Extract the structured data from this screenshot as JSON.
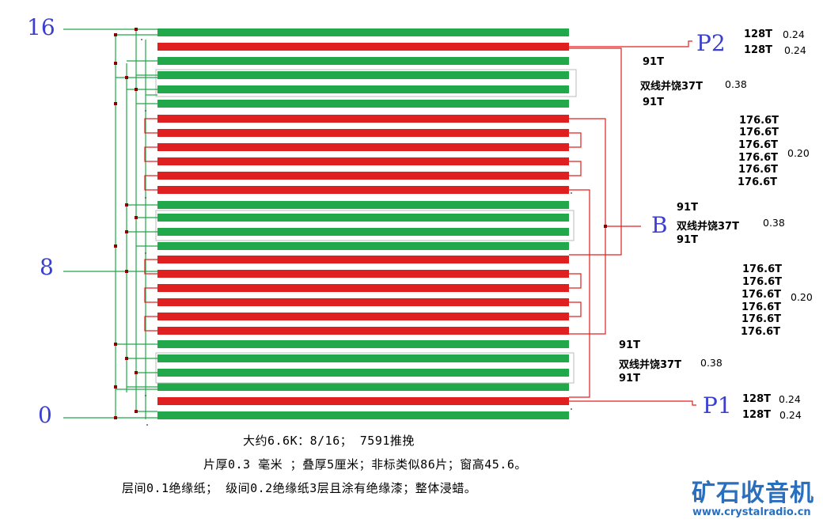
{
  "tap_labels": {
    "t16": "16",
    "t8": "8",
    "t0": "0",
    "p2": "P2",
    "b": "B",
    "p1": "P1"
  },
  "right_labels": {
    "p2_a": "128T",
    "p2_a_d": "0.24",
    "p2_b": "128T",
    "p2_b_d": "0.24",
    "top_91a": "91T",
    "top_bifilar": "双线并饶37T",
    "top_bifilar_d": "0.38",
    "top_91b": "91T",
    "mid_a": [
      "176.6T",
      "176.6T",
      "176.6T",
      "176.6T",
      "176.6T",
      "176.6T"
    ],
    "mid_a_d": "0.20",
    "b_91a": "91T",
    "b_bifilar": "双线并饶37T",
    "b_bifilar_d": "0.38",
    "b_91b": "91T",
    "mid_b": [
      "176.6T",
      "176.6T",
      "176.6T",
      "176.6T",
      "176.6T",
      "176.6T"
    ],
    "mid_b_d": "0.20",
    "bot_91a": "91T",
    "bot_bifilar": "双线并饶37T",
    "bot_bifilar_d": "0.38",
    "bot_91b": "91T",
    "p1_a": "128T",
    "p1_a_d": "0.24",
    "p1_b": "128T",
    "p1_b_d": "0.24"
  },
  "caption": {
    "line1": "大约6.6K：8/16； 7591推挽",
    "line2": "片厚0.3 毫米 ；叠厚5厘米；非标类似86片；窗高45.6。",
    "line3": "层间0.1绝缘纸； 级间0.2绝缘纸3层且涂有绝缘漆；整体浸蜡。"
  },
  "watermark": {
    "cn": "矿石收音机",
    "url": "www.crystalradio.cn"
  },
  "colors": {
    "primary_winding": "#e02020",
    "secondary_winding": "#20a84a",
    "label_blue": "#3a3fd0",
    "junction": "#8b0000",
    "watermark": "#2a6fbd"
  }
}
